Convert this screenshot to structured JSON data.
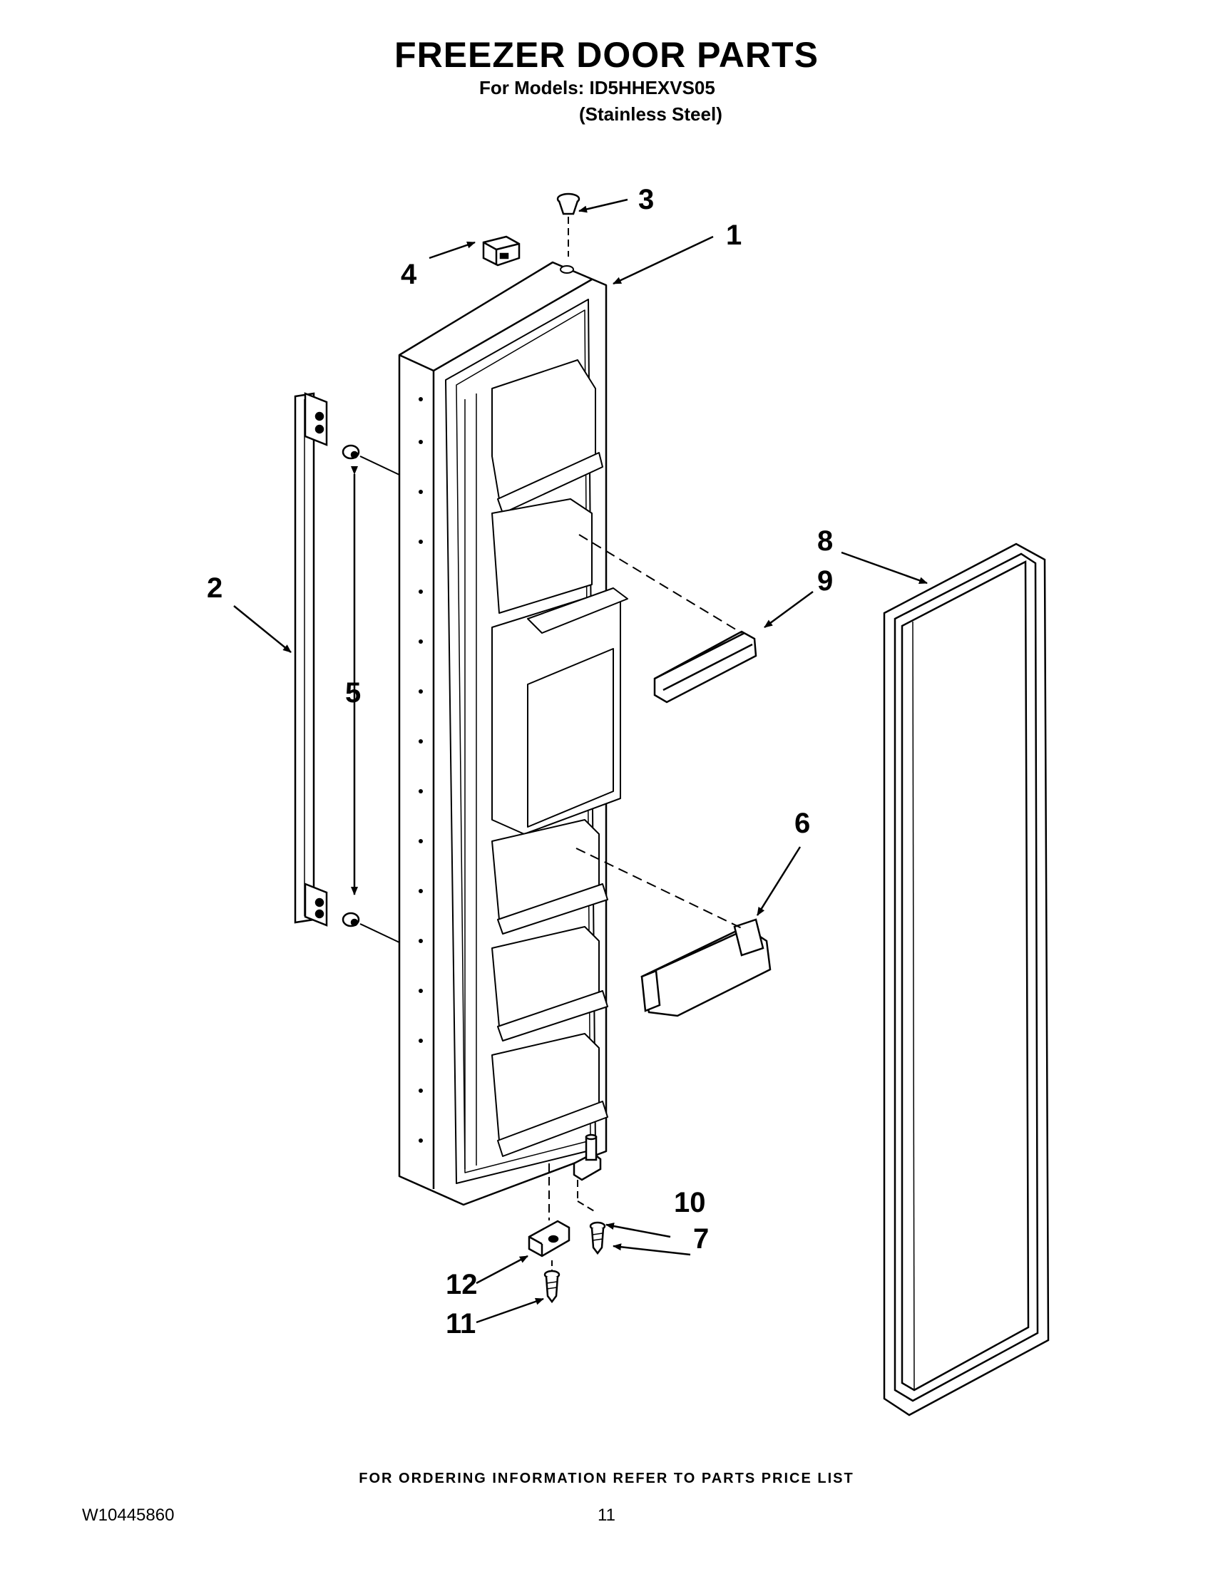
{
  "header": {
    "title": "FREEZER DOOR PARTS",
    "models_line": "For Models: ID5HHEXVS05",
    "finish_line": "(Stainless Steel)"
  },
  "diagram": {
    "callouts": [
      "1",
      "2",
      "3",
      "4",
      "5",
      "6",
      "7",
      "8",
      "9",
      "10",
      "11",
      "12"
    ],
    "parts": [
      {
        "callout": "1",
        "icon": "freezer-door-icon"
      },
      {
        "callout": "2",
        "icon": "door-handle-icon"
      },
      {
        "callout": "3",
        "icon": "plug-button-icon"
      },
      {
        "callout": "4",
        "icon": "door-stop-icon"
      },
      {
        "callout": "5",
        "icon": "handle-mount-icon"
      },
      {
        "callout": "6",
        "icon": "door-shelf-bin-icon"
      },
      {
        "callout": "7",
        "icon": "screw-icon"
      },
      {
        "callout": "8",
        "icon": "door-gasket-icon"
      },
      {
        "callout": "9",
        "icon": "shelf-trim-icon"
      },
      {
        "callout": "10",
        "icon": "hinge-pin-icon"
      },
      {
        "callout": "11",
        "icon": "screw-icon"
      },
      {
        "callout": "12",
        "icon": "door-closer-cam-icon"
      }
    ]
  },
  "footer": {
    "ordering_info": "FOR ORDERING INFORMATION REFER TO PARTS PRICE LIST",
    "document_number": "W10445860",
    "page_number": "11"
  }
}
